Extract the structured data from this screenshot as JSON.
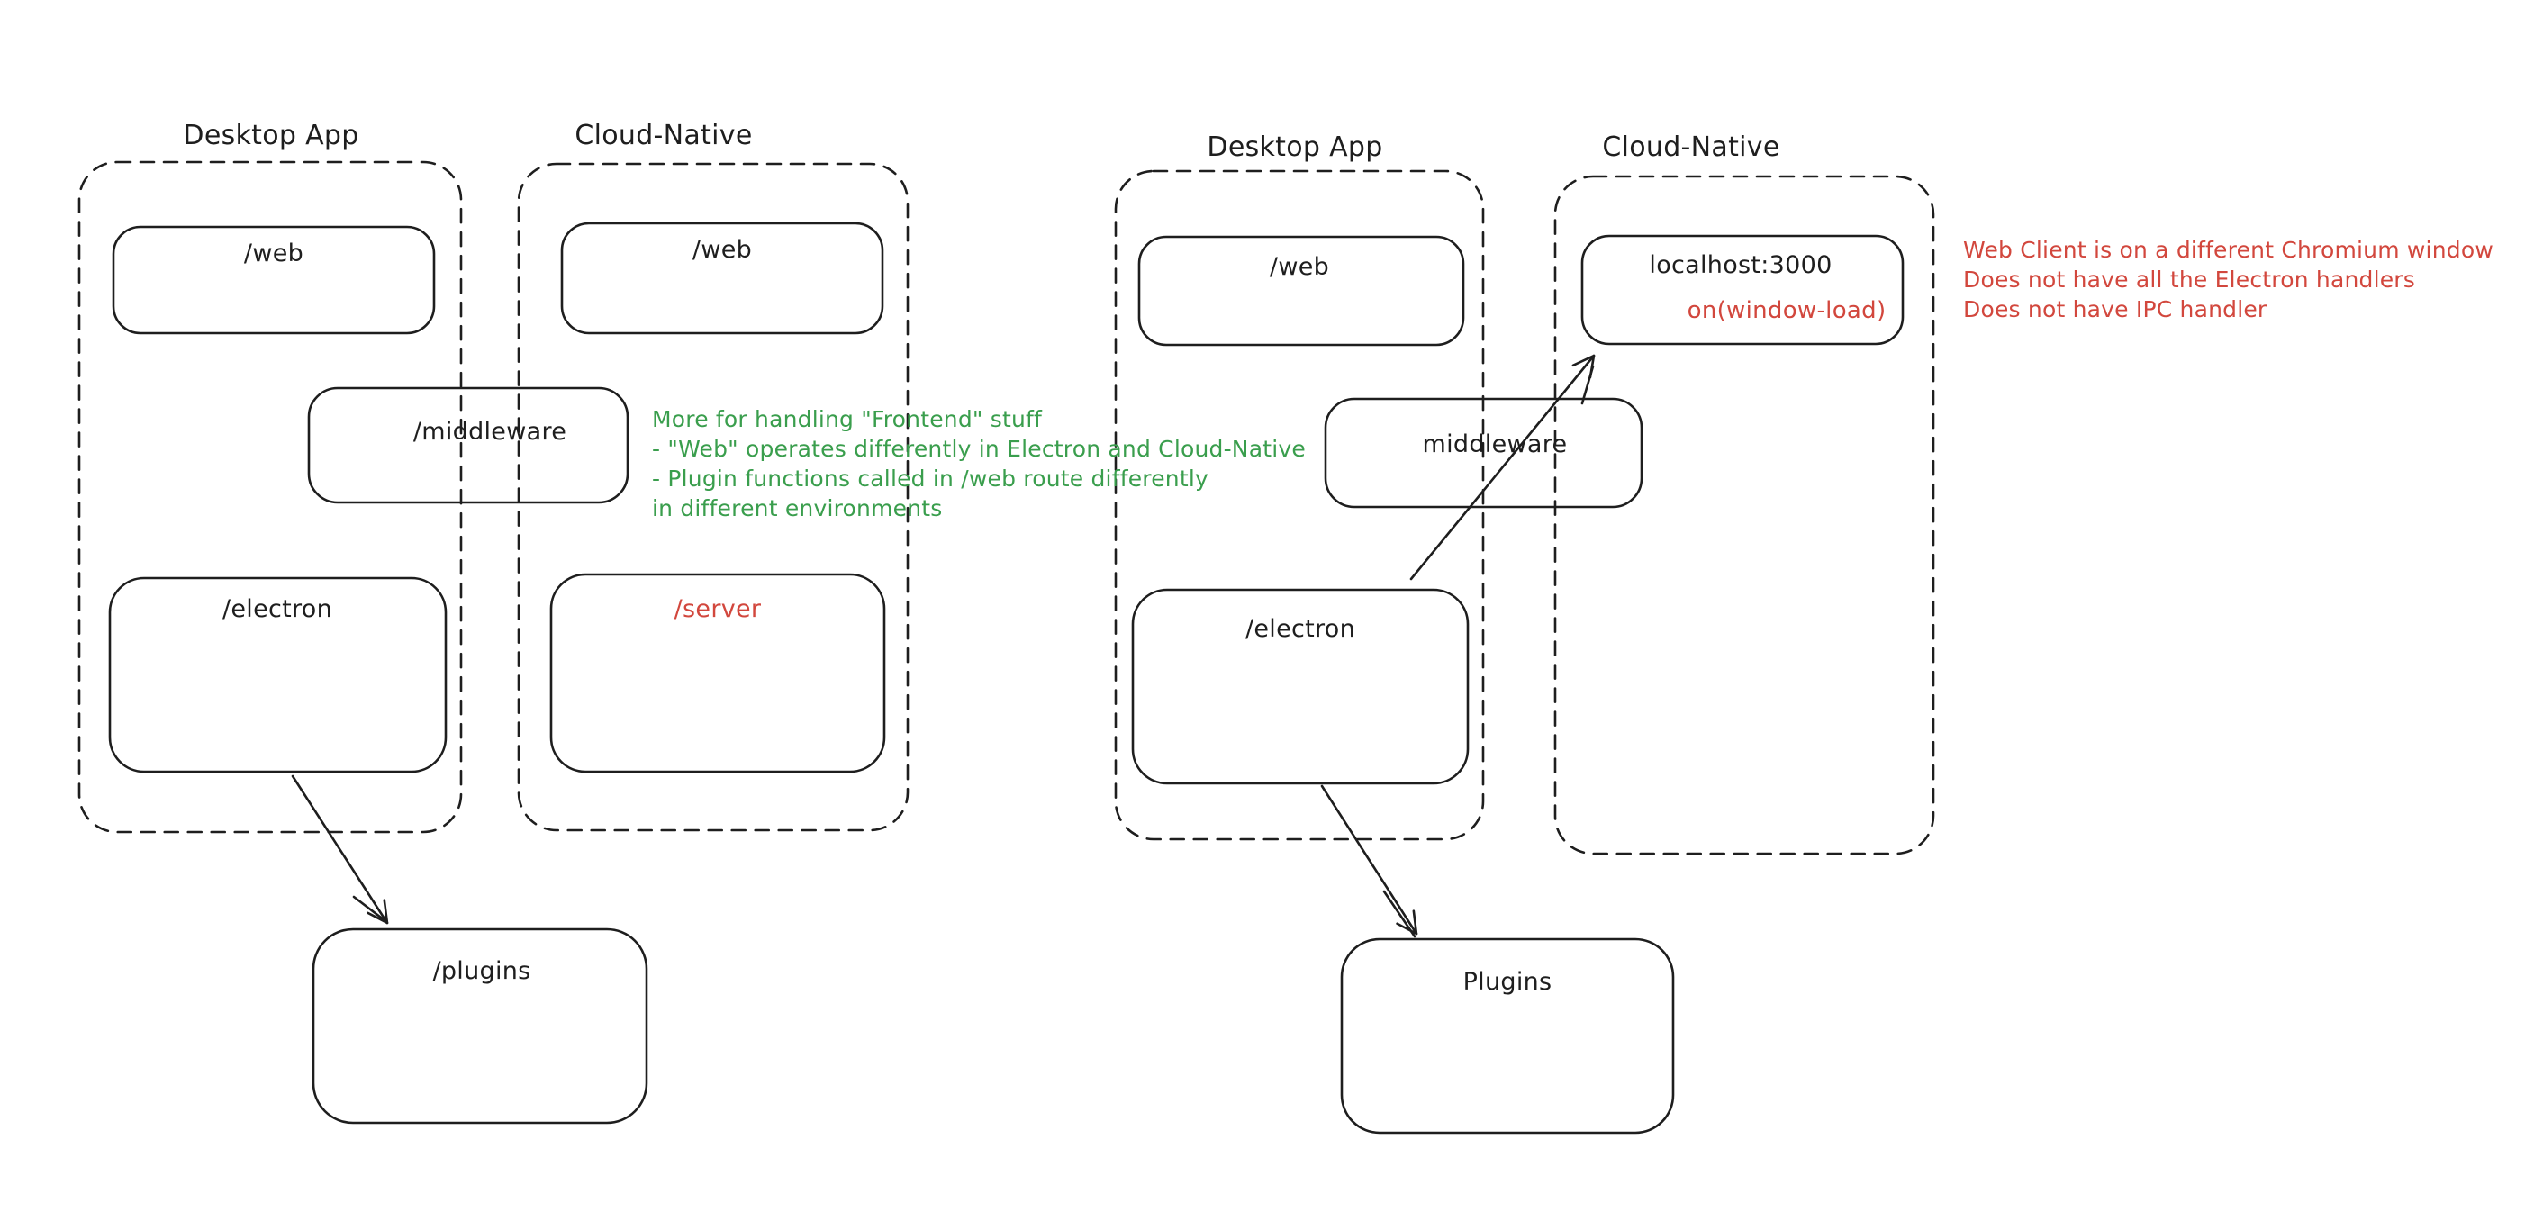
{
  "colors": {
    "ink": "#1e1e1e",
    "green": "#3a9e4d",
    "red": "#d2473d",
    "background": "#ffffff"
  },
  "left": {
    "desktop": {
      "label": "Desktop App",
      "web": "/web",
      "electron": "/electron"
    },
    "cloud": {
      "label": "Cloud-Native",
      "web": "/web",
      "server": "/server"
    },
    "middleware": "/middleware",
    "plugins": "/plugins",
    "green_note": {
      "lines": [
        "More for handling \"Frontend\" stuff",
        "- \"Web\" operates differently in Electron and Cloud-Native",
        "- Plugin functions called in /web route differently",
        "in different environments"
      ]
    }
  },
  "right": {
    "desktop": {
      "label": "Desktop App",
      "web": "/web",
      "electron": "/electron"
    },
    "cloud": {
      "label": "Cloud-Native",
      "localhost_title": "localhost:3000",
      "localhost_event": "on(window-load)"
    },
    "middleware": "middleware",
    "plugins": "Plugins",
    "red_note": {
      "lines": [
        "Web Client is on a different Chromium window",
        "Does not have all the Electron handlers",
        "Does not have IPC handler"
      ]
    }
  }
}
